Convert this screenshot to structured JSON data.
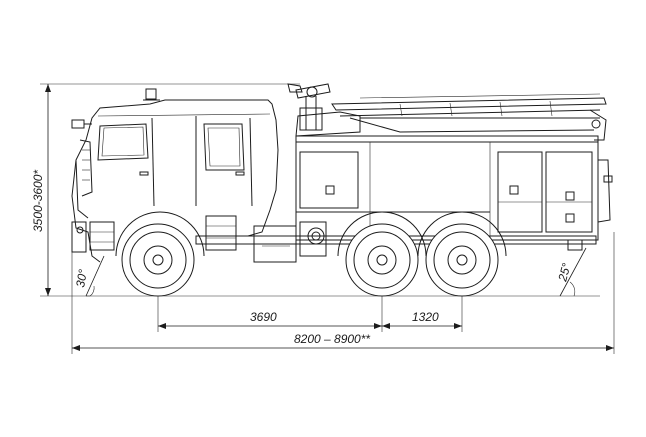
{
  "dimensions": {
    "height": "3500-3600*",
    "wheelbase_front": "3690",
    "wheelbase_rear": "1320",
    "overall_length": "8200 – 8900**",
    "approach_angle": "30°",
    "departure_angle": "25°"
  }
}
